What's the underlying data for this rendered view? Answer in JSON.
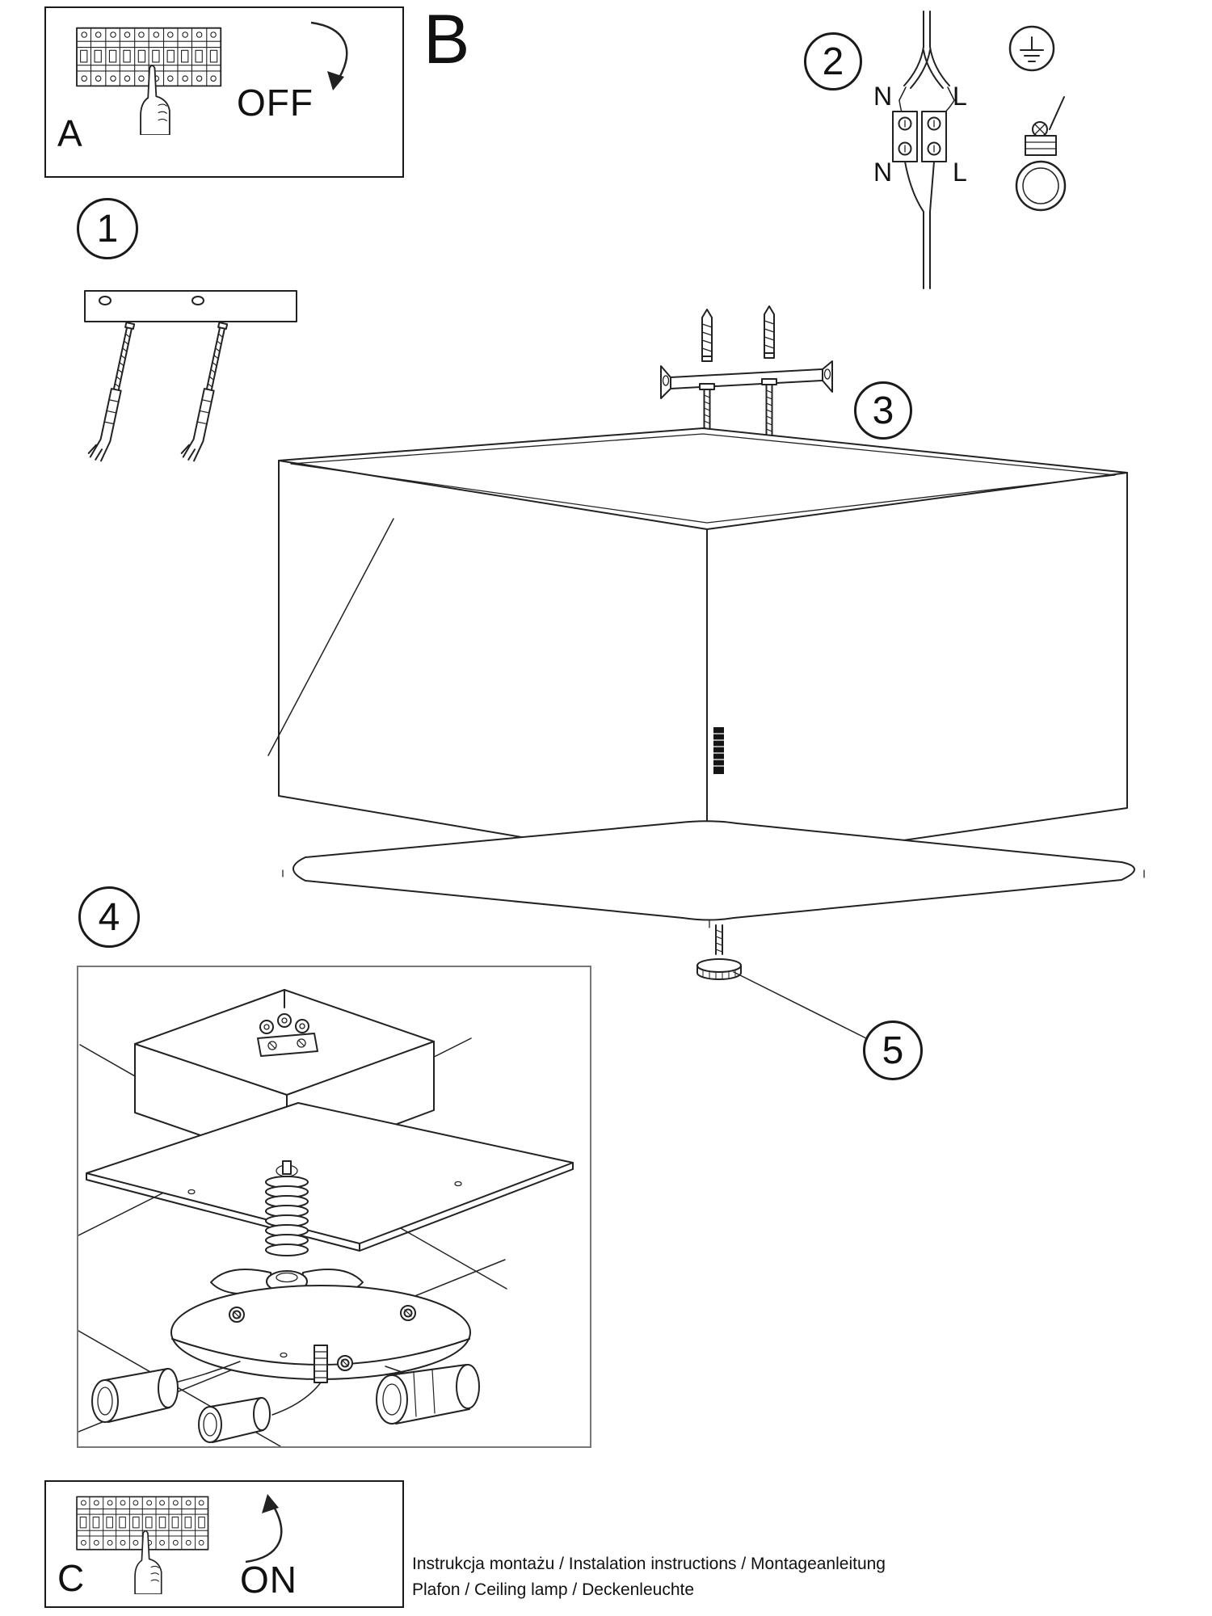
{
  "sections": {
    "a": {
      "label": "A",
      "state": "OFF"
    },
    "b": {
      "label": "B"
    },
    "c": {
      "label": "C",
      "state": "ON"
    }
  },
  "steps": {
    "n1": "1",
    "n2": "2",
    "n3": "3",
    "n4": "4",
    "n5": "5"
  },
  "wiring_labels": {
    "n_top": "N",
    "l_top": "L",
    "n_bottom": "N",
    "l_bottom": "L"
  },
  "footer": {
    "line1": "Instrukcja montażu / Instalation instructions / Montageanleitung",
    "line2": "Plafon / Ceiling lamp / Deckenleuchte"
  }
}
